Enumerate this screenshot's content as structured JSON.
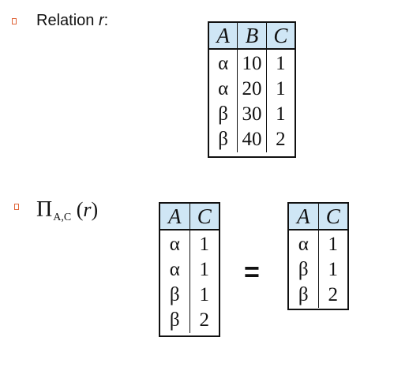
{
  "relation_label": {
    "prefix": "Relation ",
    "name": "r",
    "suffix": ":"
  },
  "projection_label": {
    "pi": "Π",
    "sub": "A,C",
    "arg_open": " (",
    "arg": "r",
    "arg_close": ")"
  },
  "equals": "=",
  "colors": {
    "header_bg": "#cfe6f5",
    "bullet": "#e0653a"
  },
  "relation_r": {
    "columns": [
      "A",
      "B",
      "C"
    ],
    "rows": [
      [
        "α",
        "10",
        "1"
      ],
      [
        "α",
        "20",
        "1"
      ],
      [
        "β",
        "30",
        "1"
      ],
      [
        "β",
        "40",
        "2"
      ]
    ]
  },
  "projection_intermediate": {
    "columns": [
      "A",
      "C"
    ],
    "rows": [
      [
        "α",
        "1"
      ],
      [
        "α",
        "1"
      ],
      [
        "β",
        "1"
      ],
      [
        "β",
        "2"
      ]
    ]
  },
  "projection_result": {
    "columns": [
      "A",
      "C"
    ],
    "rows": [
      [
        "α",
        "1"
      ],
      [
        "β",
        "1"
      ],
      [
        "β",
        "2"
      ]
    ]
  }
}
